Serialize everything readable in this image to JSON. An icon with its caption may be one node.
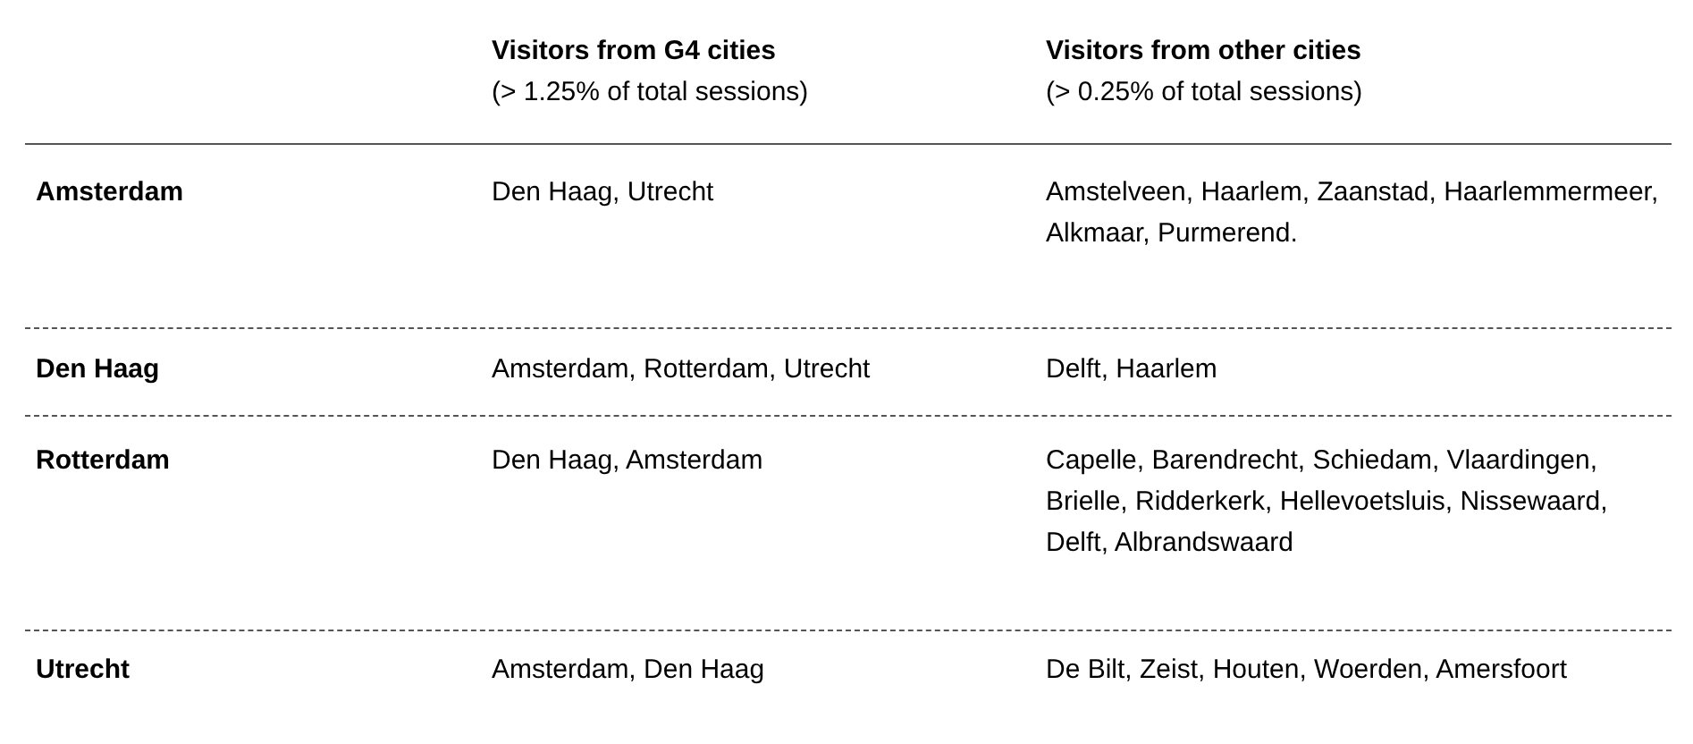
{
  "diagram": {
    "labels": [
      "Visitors from G4 cities",
      "(> 1.25% of total sessions)",
      "Visitors from other cities",
      "(> 0.25% of total sessions)",
      "Amsterdam",
      "Den Haag, Utrecht",
      "Amstelveen, Haarlem, Zaanstad, Haarlemmermeer, Alkmaar, Purmerend.",
      "Den Haag",
      "Amsterdam, Rotterdam, Utrecht",
      "Delft, Haarlem",
      "Rotterdam",
      "Den Haag, Amsterdam",
      "Capelle, Barendrecht, Schiedam, Vlaardingen, Brielle, Ridderkerk, Hellevoetsluis, Nissewaard, Delft, Albrandswaard",
      "Utrecht",
      "Amsterdam, Den Haag",
      "De Bilt, Zeist, Houten, Woerden, Amersfoort"
    ]
  }
}
